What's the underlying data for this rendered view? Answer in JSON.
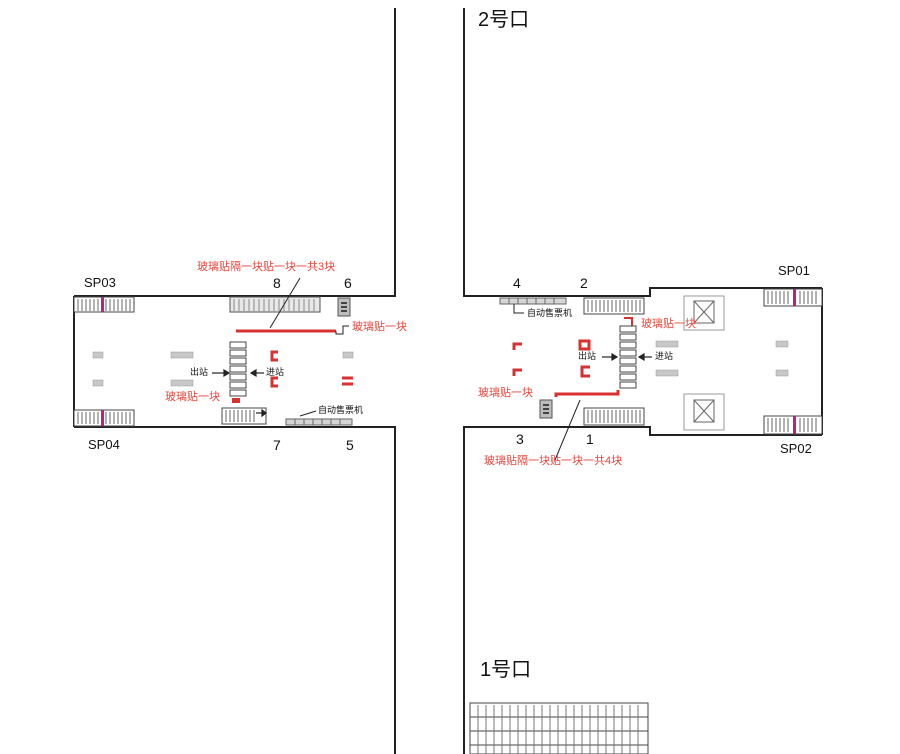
{
  "exits": {
    "exit2": "2号口",
    "exit1": "1号口"
  },
  "gates": {
    "g1": "1",
    "g2": "2",
    "g3": "3",
    "g4": "4",
    "g5": "5",
    "g6": "6",
    "g7": "7",
    "g8": "8"
  },
  "sp": {
    "sp01": "SP01",
    "sp02": "SP02",
    "sp03": "SP03",
    "sp04": "SP04"
  },
  "notes": {
    "west_gap3": "玻璃贴隔一块贴一块一共3块",
    "west_one_right": "玻璃贴一块",
    "west_one_left": "玻璃贴一块",
    "east_one_right": "玻璃贴一块",
    "east_one_left": "玻璃贴一块",
    "east_gap4": "玻璃贴隔一块贴一块一共4块"
  },
  "labels": {
    "ticket_west": "自动售票机",
    "ticket_east": "自动售票机",
    "exit_west": "出站",
    "enter_west": "进站",
    "exit_east": "出站",
    "enter_east": "进站"
  },
  "colors": {
    "wall": "#222222",
    "glass_mark": "#d93030",
    "note_text": "#e8453c",
    "sp_mark": "#c0207a",
    "equipment": "#bfbfbf"
  }
}
